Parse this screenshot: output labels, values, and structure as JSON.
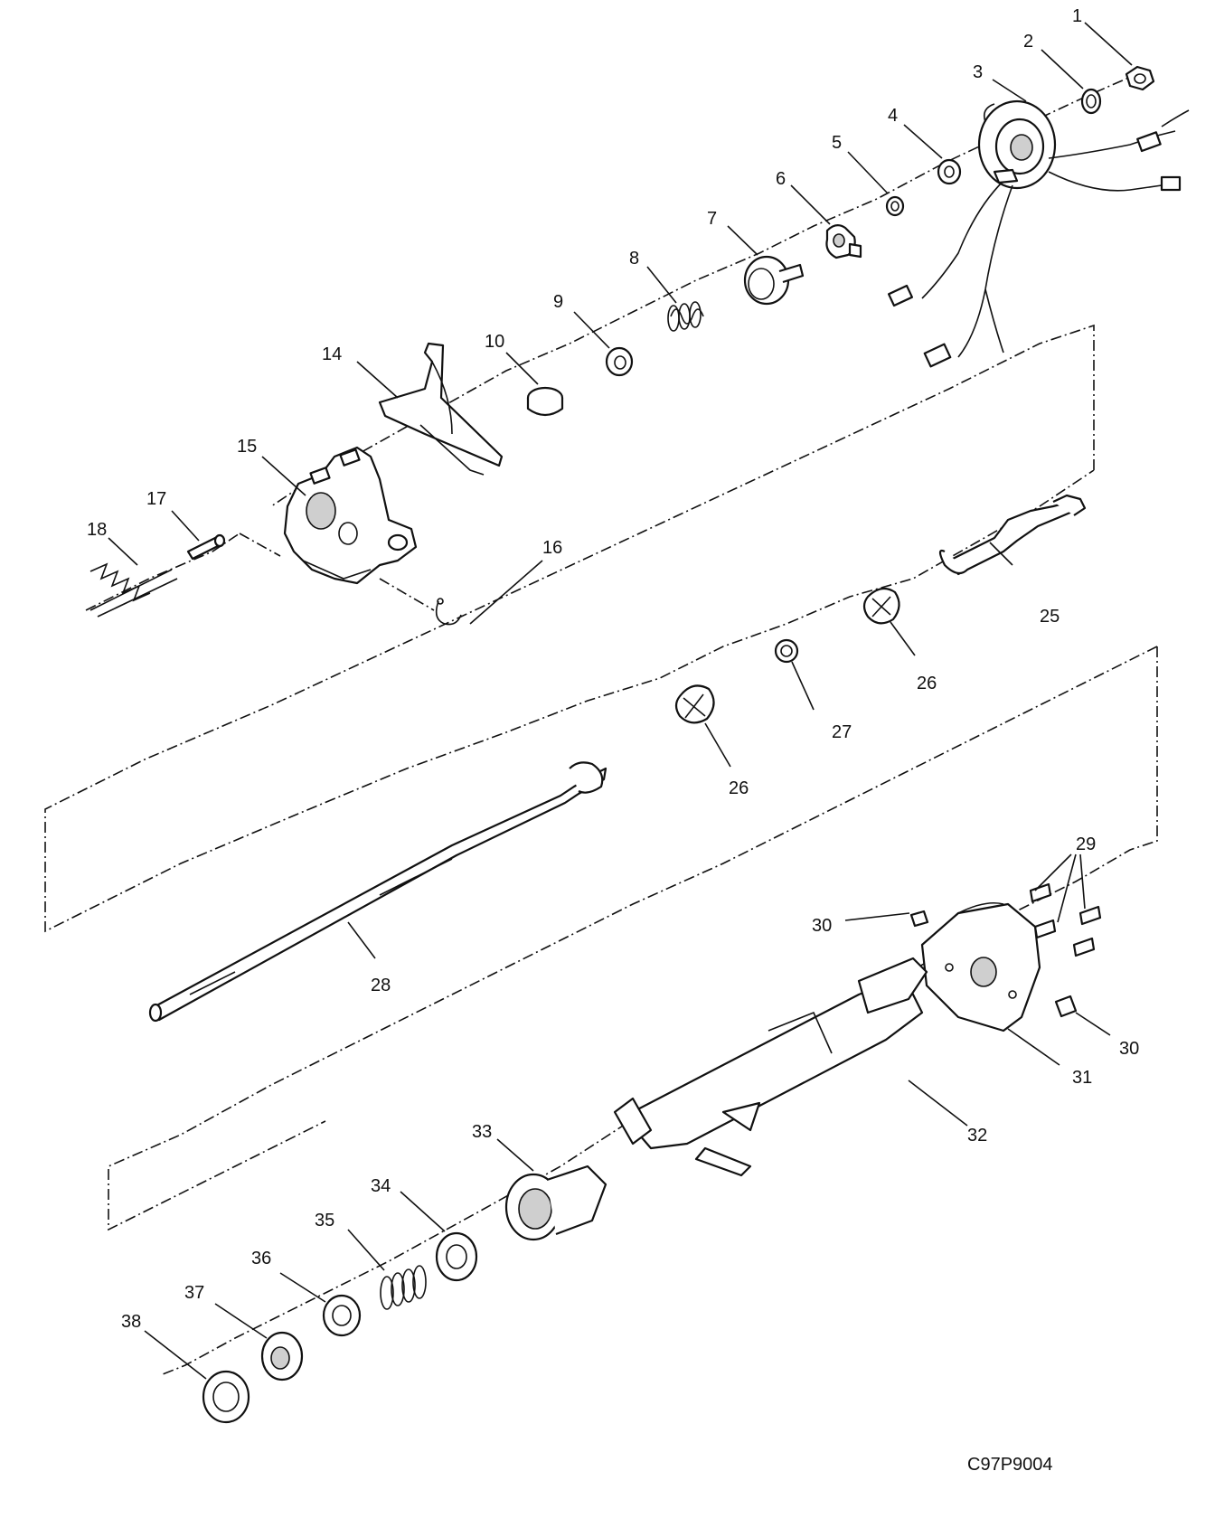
{
  "labels": {
    "c1": "1",
    "c2": "2",
    "c3": "3",
    "c4": "4",
    "c5": "5",
    "c6": "6",
    "c7": "7",
    "c8": "8",
    "c9": "9",
    "c10": "10",
    "c14": "14",
    "c15": "15",
    "c16": "16",
    "c17": "17",
    "c18": "18",
    "c25": "25",
    "c26a": "26",
    "c26b": "26",
    "c27": "27",
    "c28": "28",
    "c29": "29",
    "c30a": "30",
    "c30b": "30",
    "c31": "31",
    "c32": "32",
    "c33": "33",
    "c34": "34",
    "c35": "35",
    "c36": "36",
    "c37": "37",
    "c38": "38"
  },
  "figure_code": "C97P9004"
}
